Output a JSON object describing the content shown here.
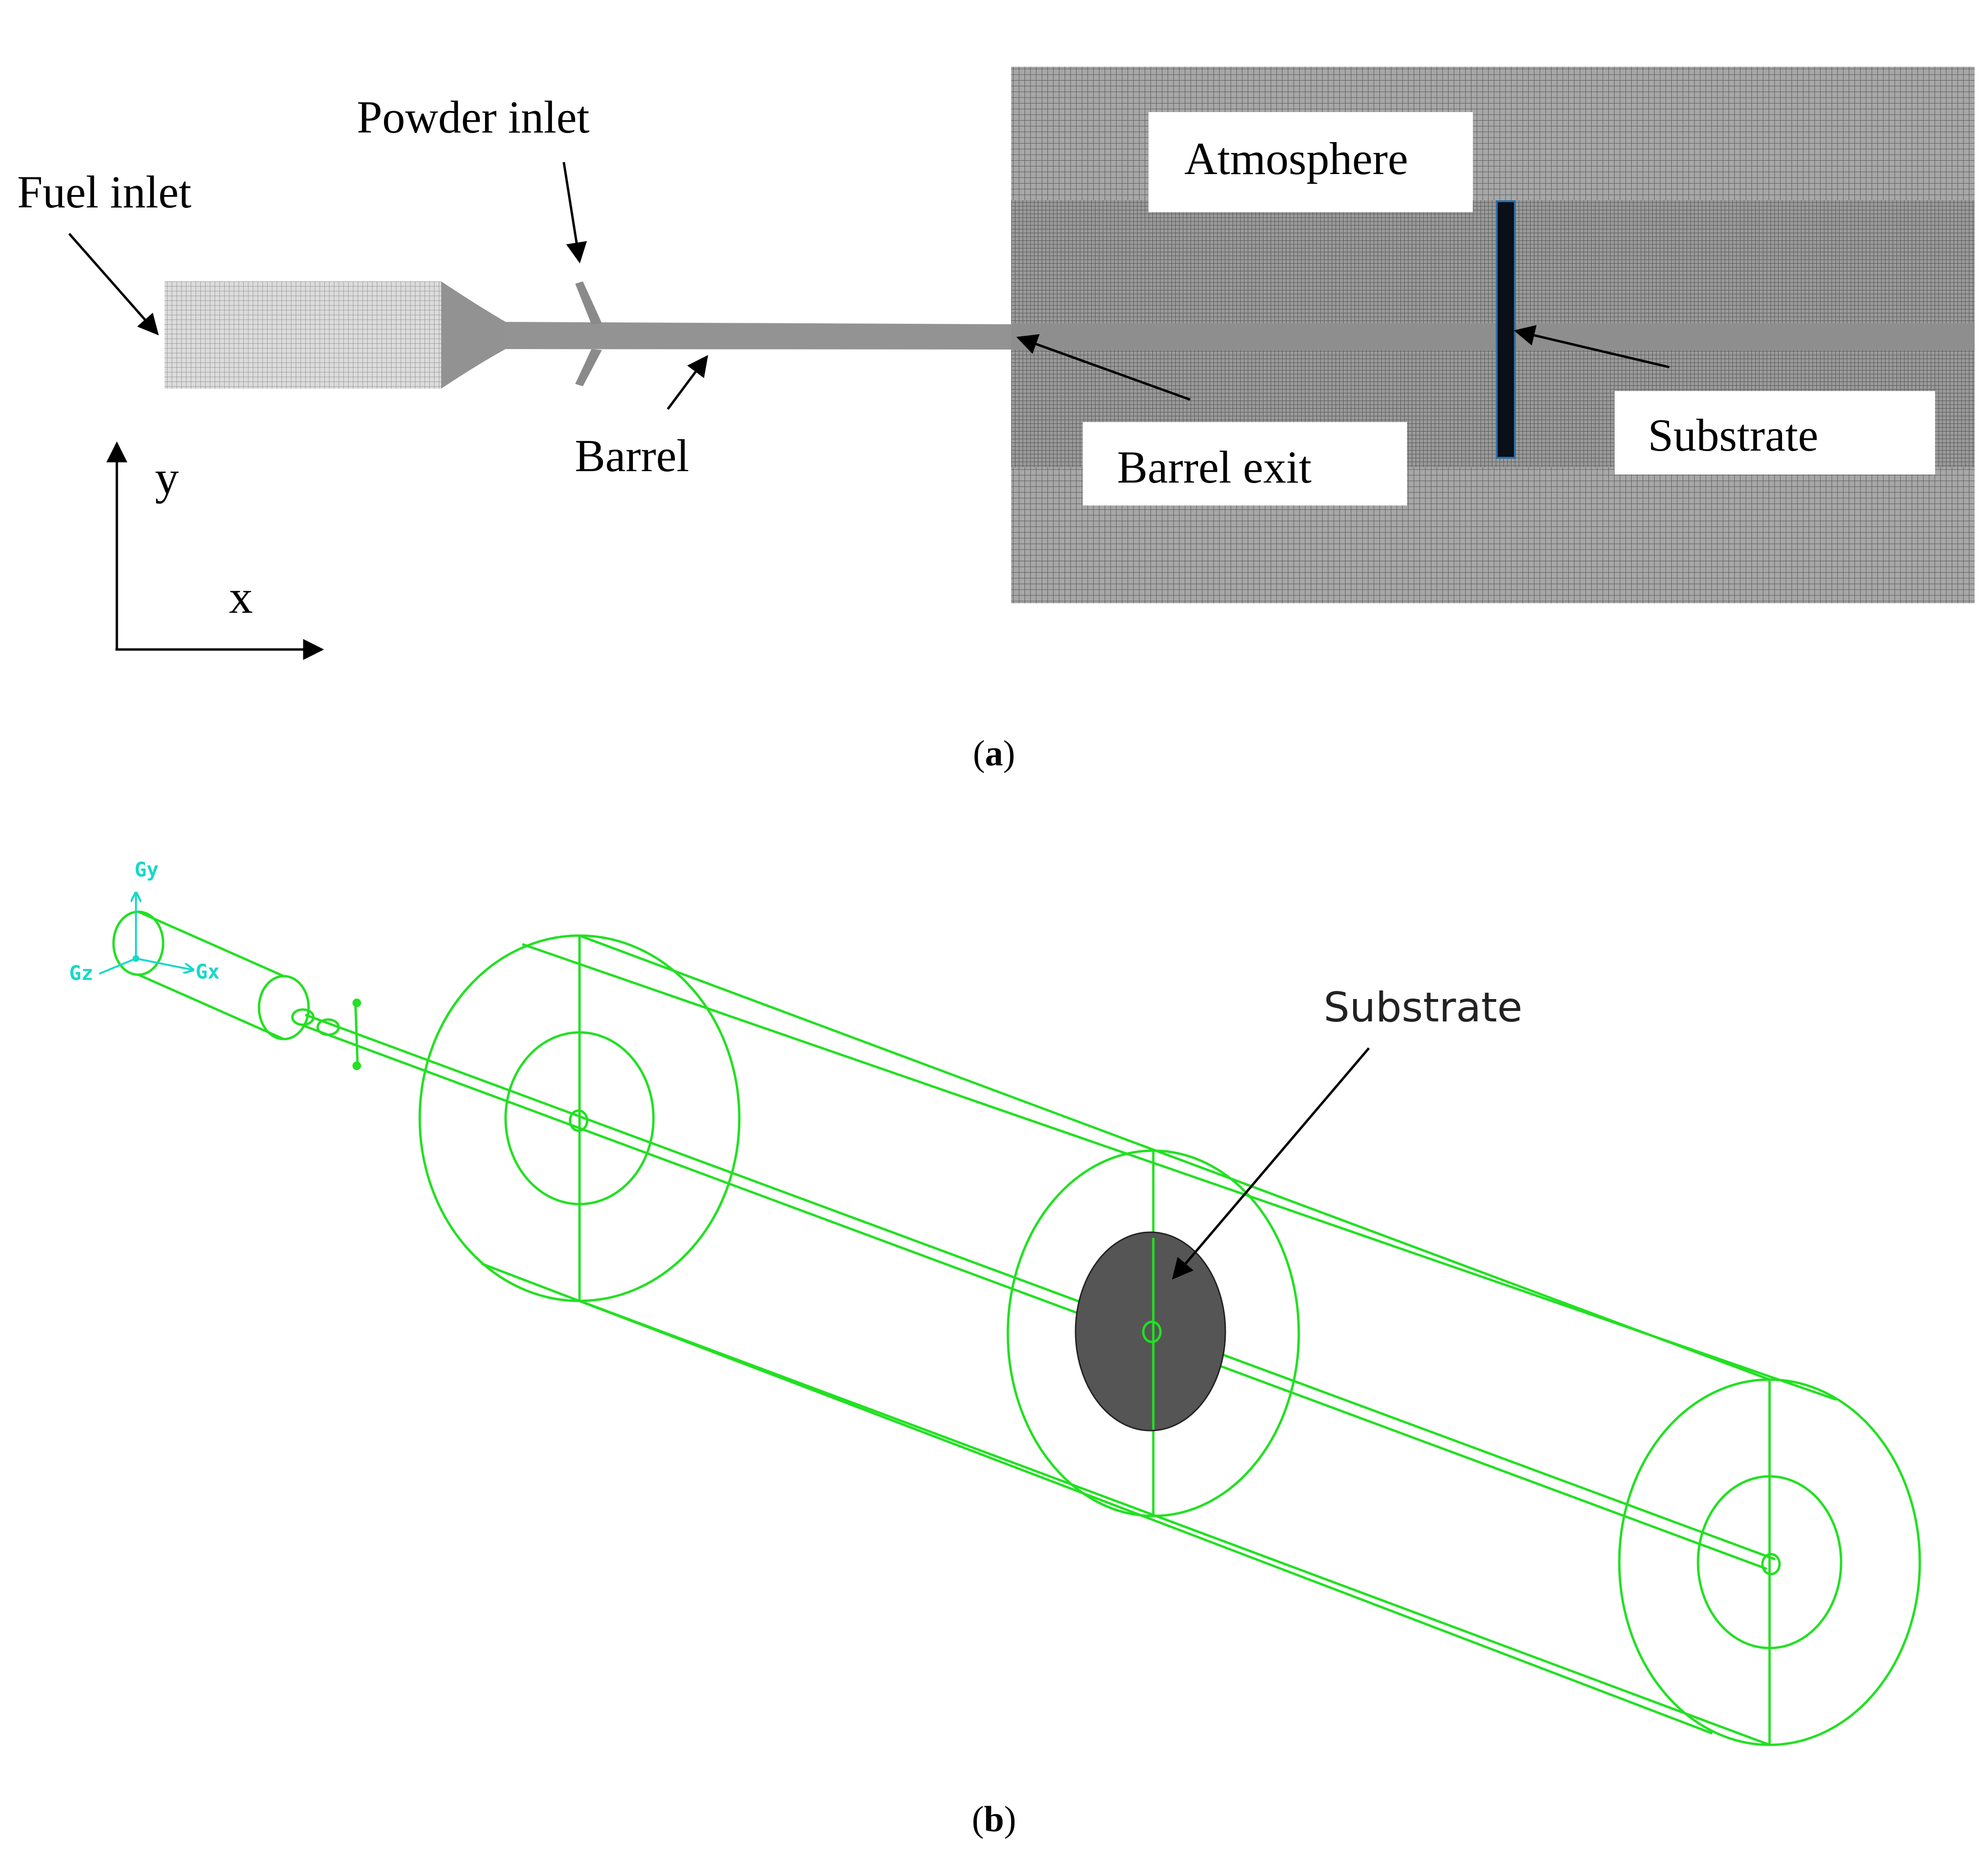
{
  "panel_a": {
    "labels": {
      "fuel_inlet": "Fuel inlet",
      "powder_inlet": "Powder inlet",
      "barrel": "Barrel",
      "barrel_exit": "Barrel exit",
      "atmosphere": "Atmosphere",
      "substrate": "Substrate"
    },
    "axes": {
      "x": "x",
      "y": "y"
    },
    "caption": {
      "open": "(",
      "letter": "a",
      "close": ")"
    }
  },
  "panel_b": {
    "labels": {
      "substrate": "Substrate"
    },
    "triad": {
      "gx": "Gx",
      "gy": "Gy",
      "gz": "Gz"
    },
    "caption": {
      "open": "(",
      "letter": "b",
      "close": ")"
    }
  },
  "colors": {
    "wireframe": "#22e022",
    "mesh_fill": "#a0a0a0",
    "solid_gray": "#939393",
    "substrate_bar": "#0a0f18",
    "substrate_disc": "#555555",
    "triad": "#18d8c8"
  }
}
